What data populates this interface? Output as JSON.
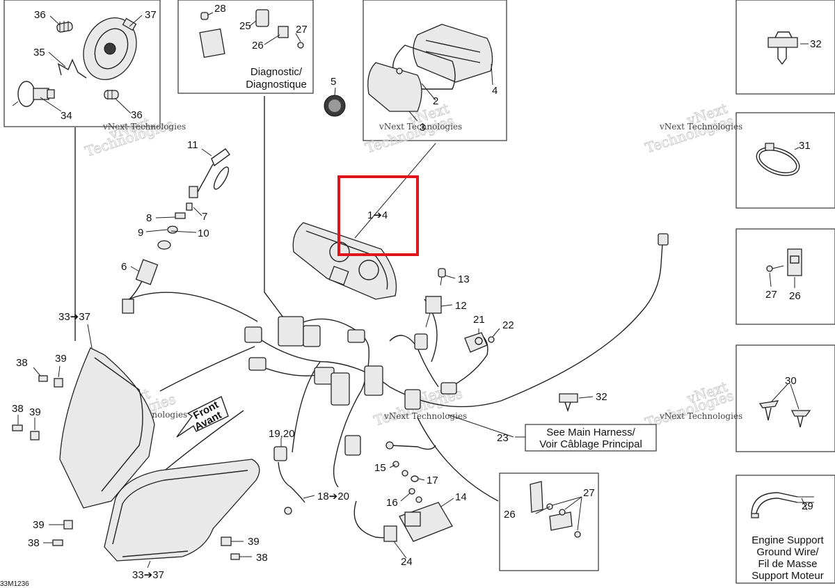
{
  "diagram": {
    "boxes": {
      "diagnostic": [
        "Diagnostic/",
        "Diagnostique"
      ],
      "see_main_harness": [
        "See Main Harness/",
        "Voir Câblage Principal"
      ],
      "engine_support": [
        "Engine Support",
        "Ground Wire/",
        "Fil de Masse",
        "Support Moteur"
      ]
    },
    "front_arrow": [
      "Front",
      "Avant"
    ],
    "watermark_lines": [
      "vNext",
      "Technologies"
    ],
    "watermark_small": "vNext Technologies",
    "code": "33M1236",
    "highlight_label": "1➔4",
    "highlight_color": "#e0141b",
    "callouts": {
      "c36a": "36",
      "c37": "37",
      "c35": "35",
      "c34": "34",
      "c36b": "36",
      "c28": "28",
      "c25": "25",
      "c27a": "27",
      "c26a": "26",
      "c5": "5",
      "c2": "2",
      "c4": "4",
      "c3": "3",
      "c32a": "32",
      "c31": "31",
      "c11": "11",
      "c8": "8",
      "c7": "7",
      "c9": "9",
      "c10": "10",
      "c6": "6",
      "c13": "13",
      "c12": "12",
      "c21": "21",
      "c22": "22",
      "c27b": "27",
      "c26b": "26",
      "c33a": "33➔37",
      "c38a": "38",
      "c39a": "39",
      "c38b": "38",
      "c39b": "39",
      "c32b": "32",
      "c30": "30",
      "c1920": "19,20",
      "c23": "23",
      "c15": "15",
      "c17": "17",
      "c1820": "18➔20",
      "c16": "16",
      "c14": "14",
      "c26c": "26",
      "c27c": "27",
      "c39c": "39",
      "c38c": "38",
      "c39d": "39",
      "c38d": "38",
      "c24": "24",
      "c29": "29",
      "c33b": "33➔37"
    }
  }
}
